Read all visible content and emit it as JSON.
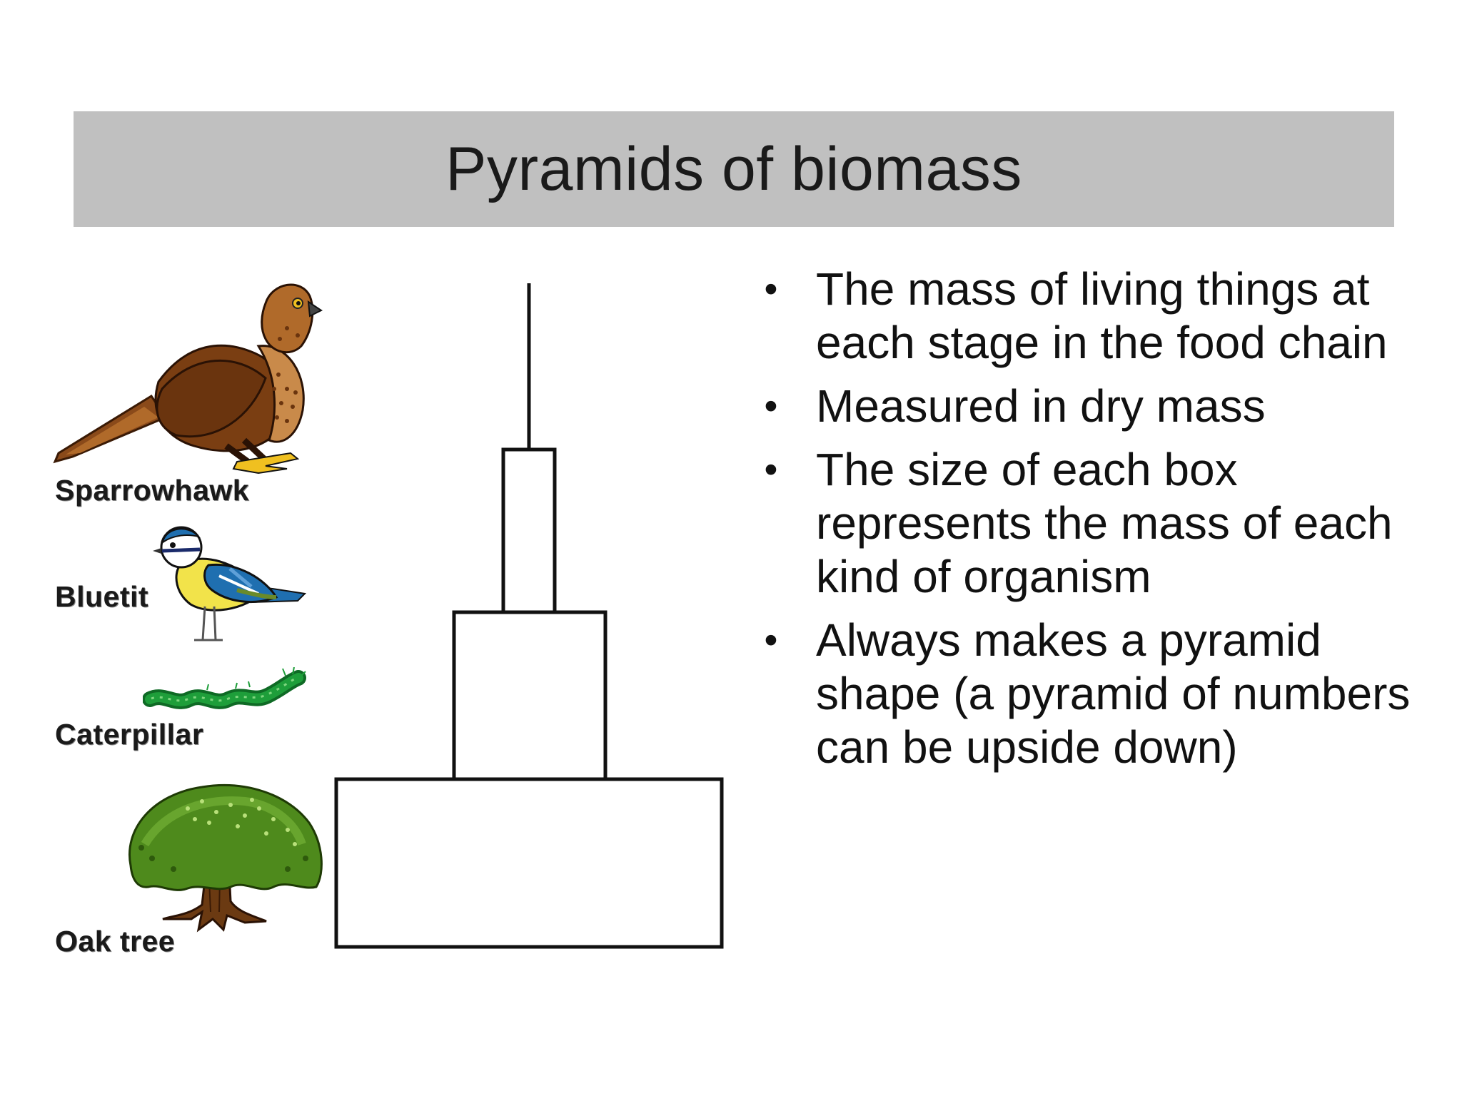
{
  "slide": {
    "title": "Pyramids of biomass"
  },
  "organisms": [
    {
      "label": "Sparrowhawk",
      "icon": "sparrowhawk-icon"
    },
    {
      "label": "Bluetit",
      "icon": "bluetit-icon"
    },
    {
      "label": "Caterpillar",
      "icon": "caterpillar-icon"
    },
    {
      "label": "Oak tree",
      "icon": "oak-tree-icon"
    }
  ],
  "bullets": [
    {
      "marker": "•",
      "text": "The mass of living things at each stage in the food chain"
    },
    {
      "marker": "•",
      "text": "Measured in dry mass"
    },
    {
      "marker": "•",
      "text": "The size of each box represents the mass of each kind of organism"
    },
    {
      "marker": "•",
      "text": "Always makes a pyramid shape (a pyramid of numbers can be upside down)"
    }
  ],
  "colors": {
    "title_bar": "#c0c0c0",
    "hawk_brown": "#7a3e12",
    "bluetit_blue": "#1f6fb0",
    "bluetit_yellow": "#f2e34a",
    "caterpillar_green": "#1e9e3a",
    "tree_green": "#4e8a1c",
    "trunk_brown": "#6b3a12"
  }
}
